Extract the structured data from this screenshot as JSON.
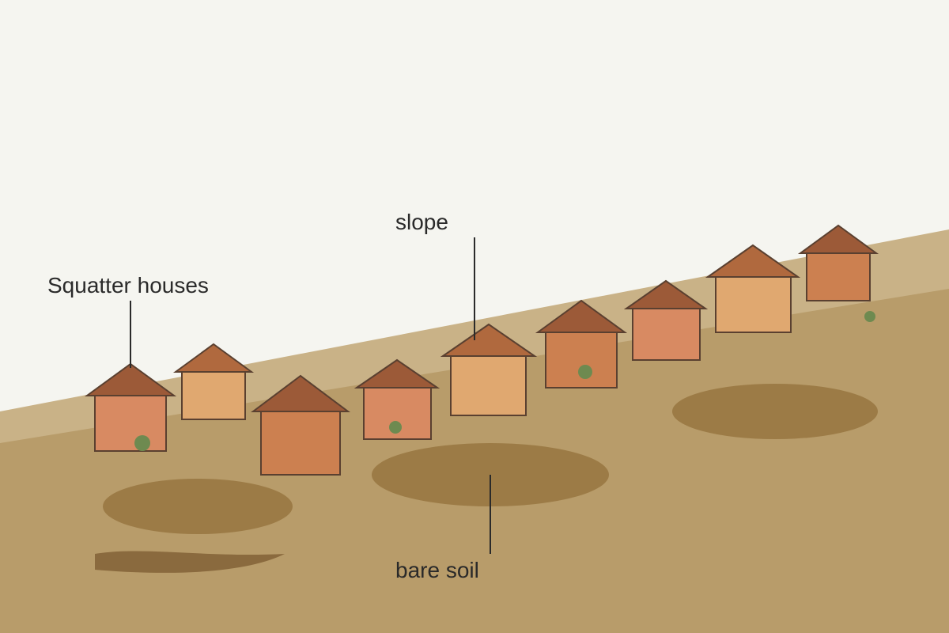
{
  "labels": {
    "houses": "Squatter houses",
    "slope": "slope",
    "soil": "bare soil"
  },
  "colors": {
    "background": "#f5f5f0",
    "slope_light": "#c9b287",
    "ground": "#b89c6a",
    "soil_patch": "#9c7b46",
    "gully": "#8a6a3e",
    "outline": "#5a4030",
    "roof_dark": "#9c5a38",
    "roof_medium": "#b0693e",
    "wall_salmon": "#d88a62",
    "wall_tan": "#e0a870",
    "wall_terracotta": "#cc8050",
    "vegetation": "#6e8a50",
    "text": "#2a2a2a"
  },
  "icons": {
    "house": "house-icon",
    "shrub": "shrub-icon"
  }
}
